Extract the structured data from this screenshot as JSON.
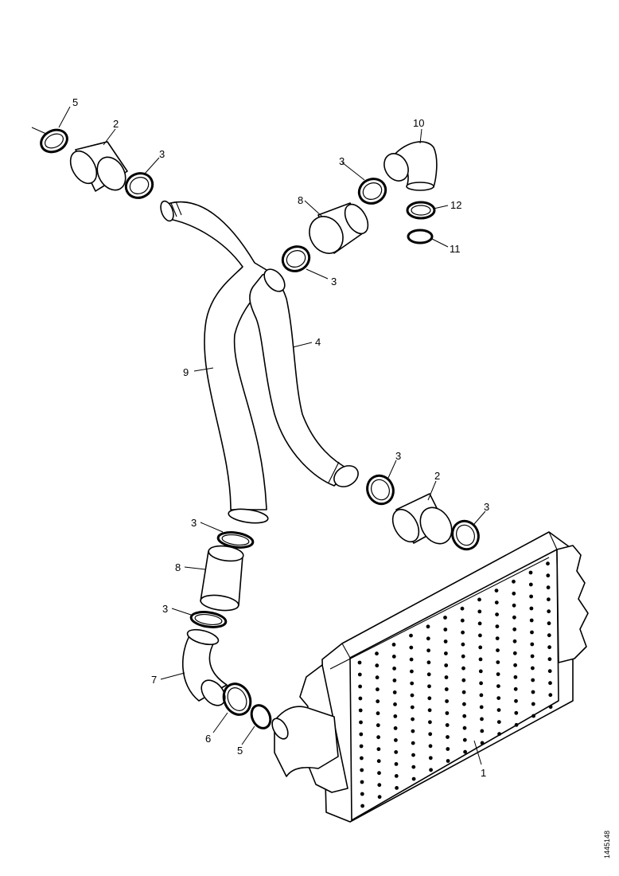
{
  "callouts": {
    "c1": "1",
    "c2a": "2",
    "c2b": "2",
    "c3a": "3",
    "c3b": "3",
    "c3c": "3",
    "c3d": "3",
    "c3e": "3",
    "c3f": "3",
    "c3g": "3",
    "c4": "4",
    "c5a": "5",
    "c5b": "5",
    "c6": "6",
    "c7": "7",
    "c8a": "8",
    "c8b": "8",
    "c9": "9",
    "c10": "10",
    "c11": "11",
    "c12": "12"
  },
  "drawing_code": "1445148"
}
